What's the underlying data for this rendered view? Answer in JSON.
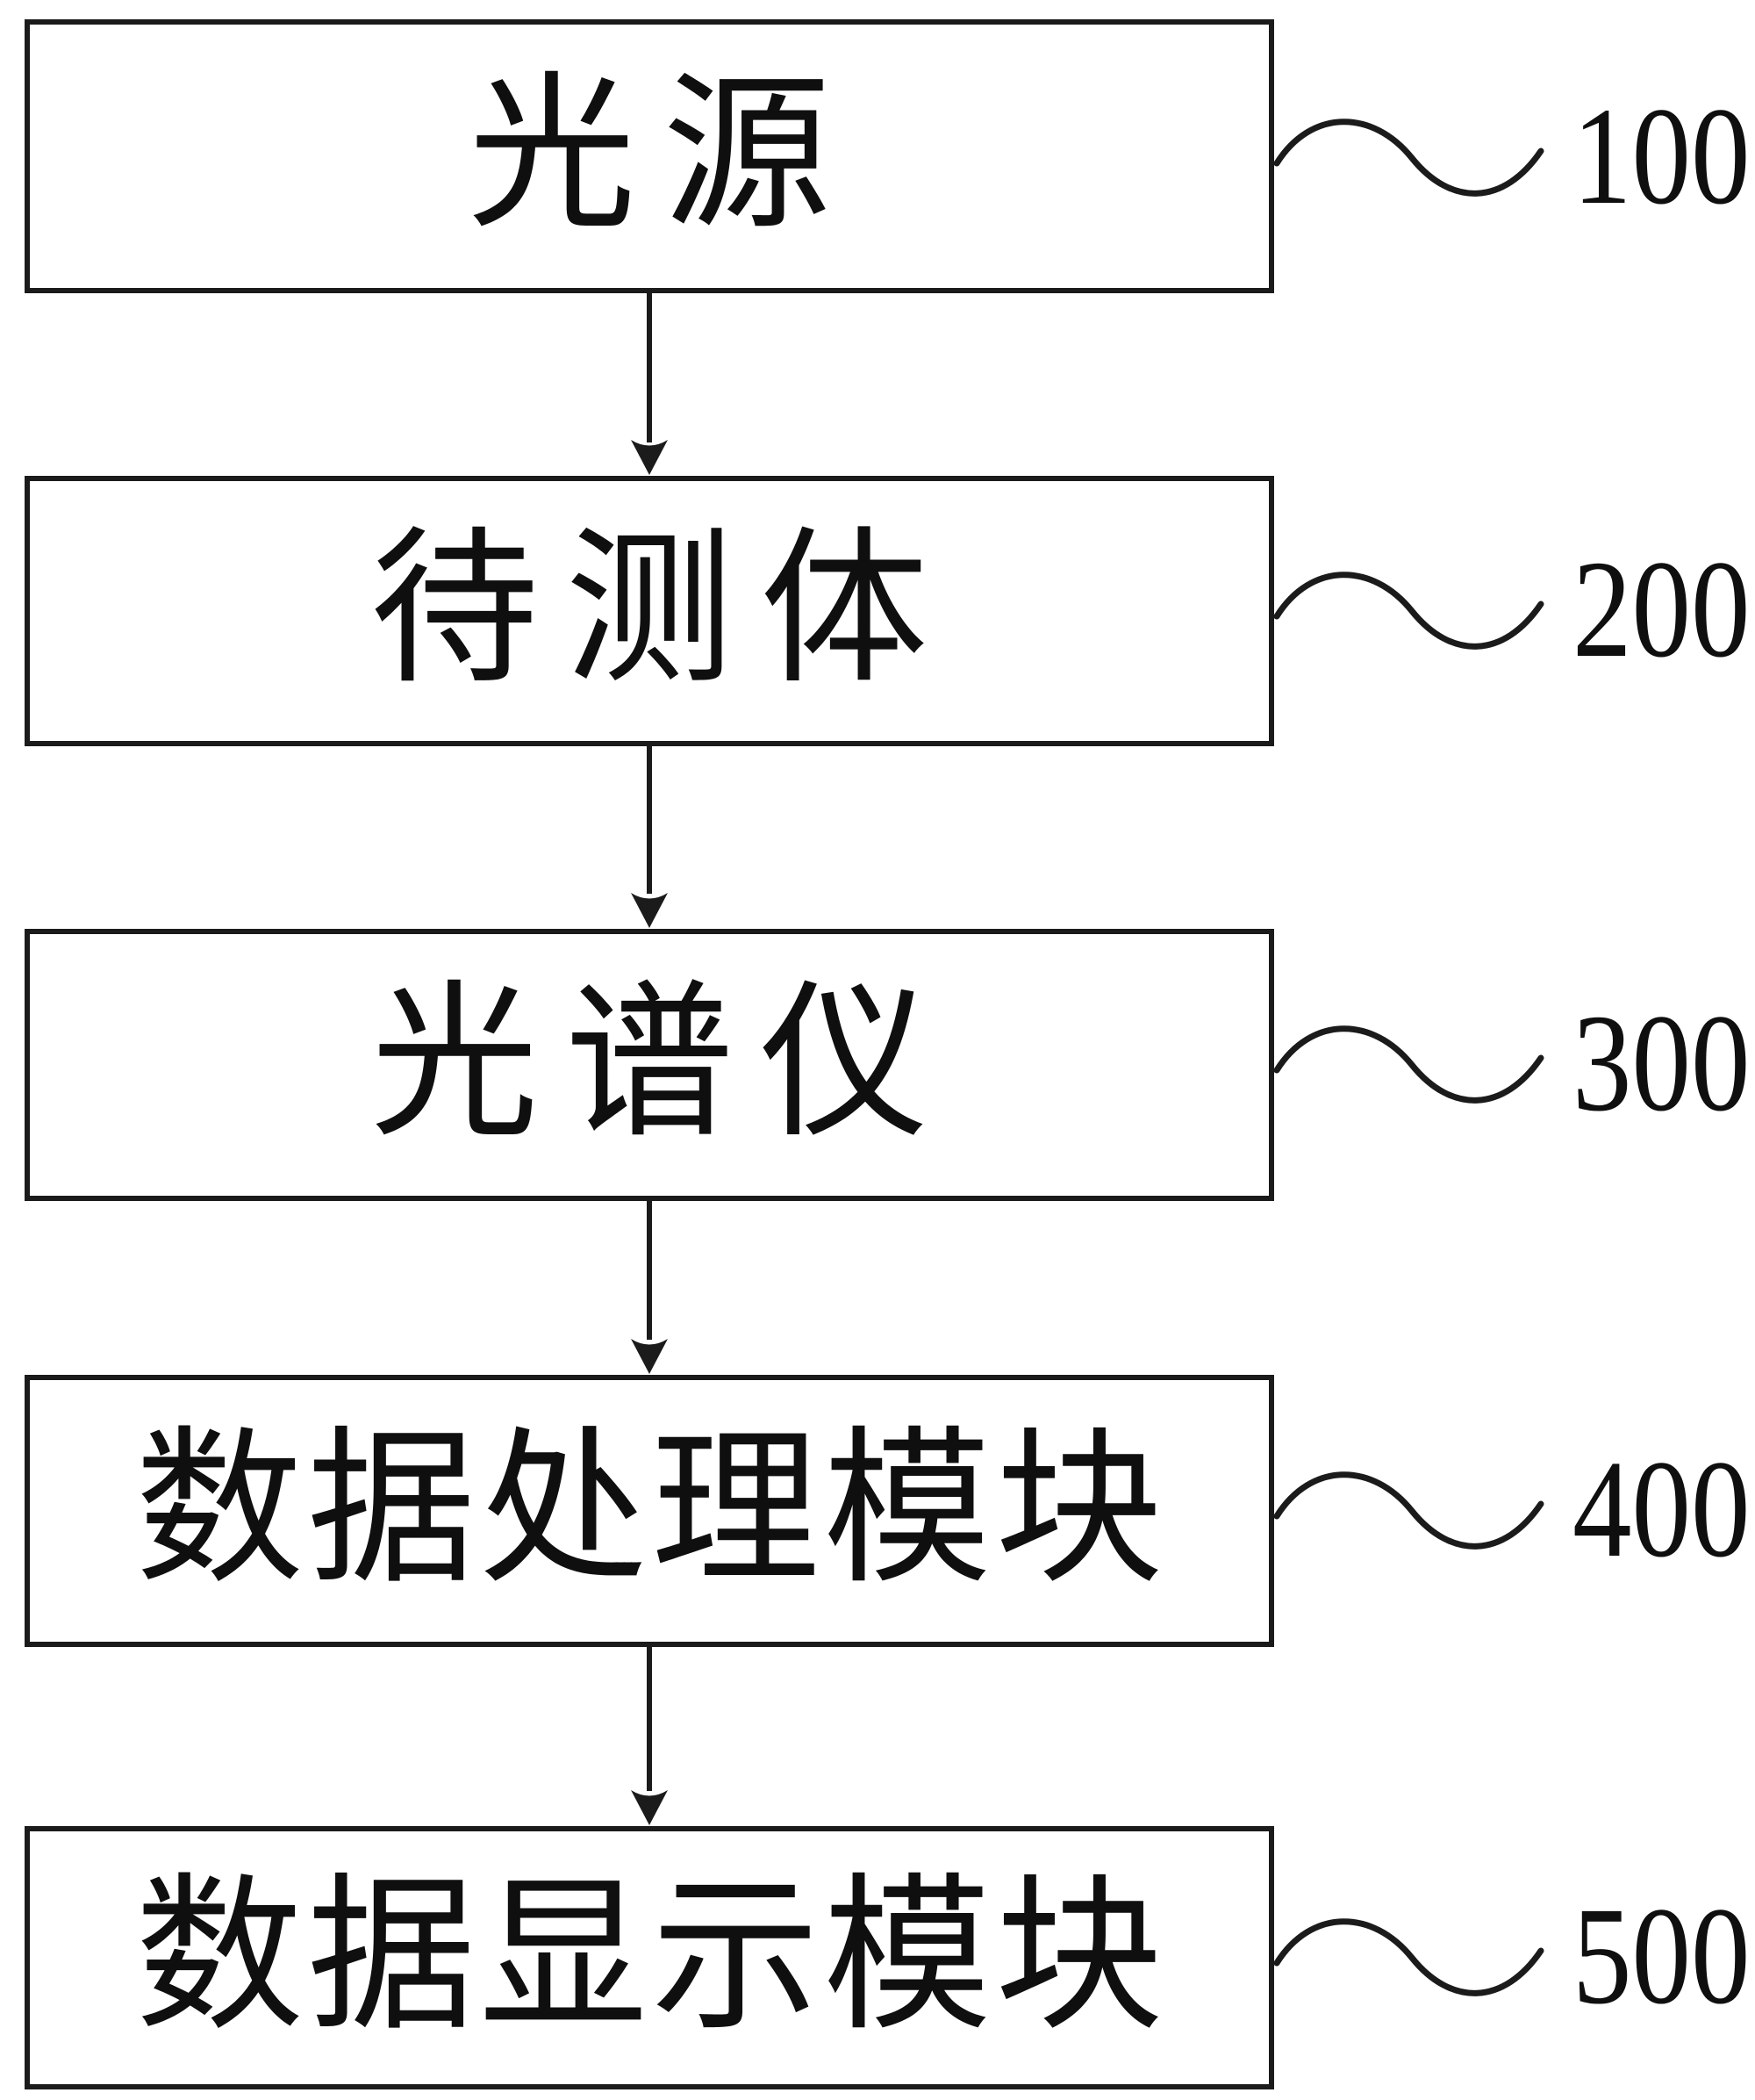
{
  "figure": {
    "type": "patent-block-diagram",
    "background_color": "#ffffff",
    "stroke_color": "#1b1b1b",
    "text_color": "#0f0f0f",
    "nodes": [
      {
        "label": "光源",
        "ref": "100"
      },
      {
        "label": "待测体",
        "ref": "200"
      },
      {
        "label": "光谱仪",
        "ref": "300"
      },
      {
        "label": "数据处理模块",
        "ref": "400"
      },
      {
        "label": "数据显示模块",
        "ref": "500"
      }
    ],
    "edges": [
      {
        "from": "光源",
        "to": "待测体",
        "style": "solid-arrow-down"
      },
      {
        "from": "待测体",
        "to": "光谱仪",
        "style": "solid-arrow-down"
      },
      {
        "from": "光谱仪",
        "to": "数据处理模块",
        "style": "solid-arrow-down"
      },
      {
        "from": "数据处理模块",
        "to": "数据显示模块",
        "style": "solid-arrow-down"
      }
    ],
    "reference_connector_style": "tilde-squiggle"
  }
}
